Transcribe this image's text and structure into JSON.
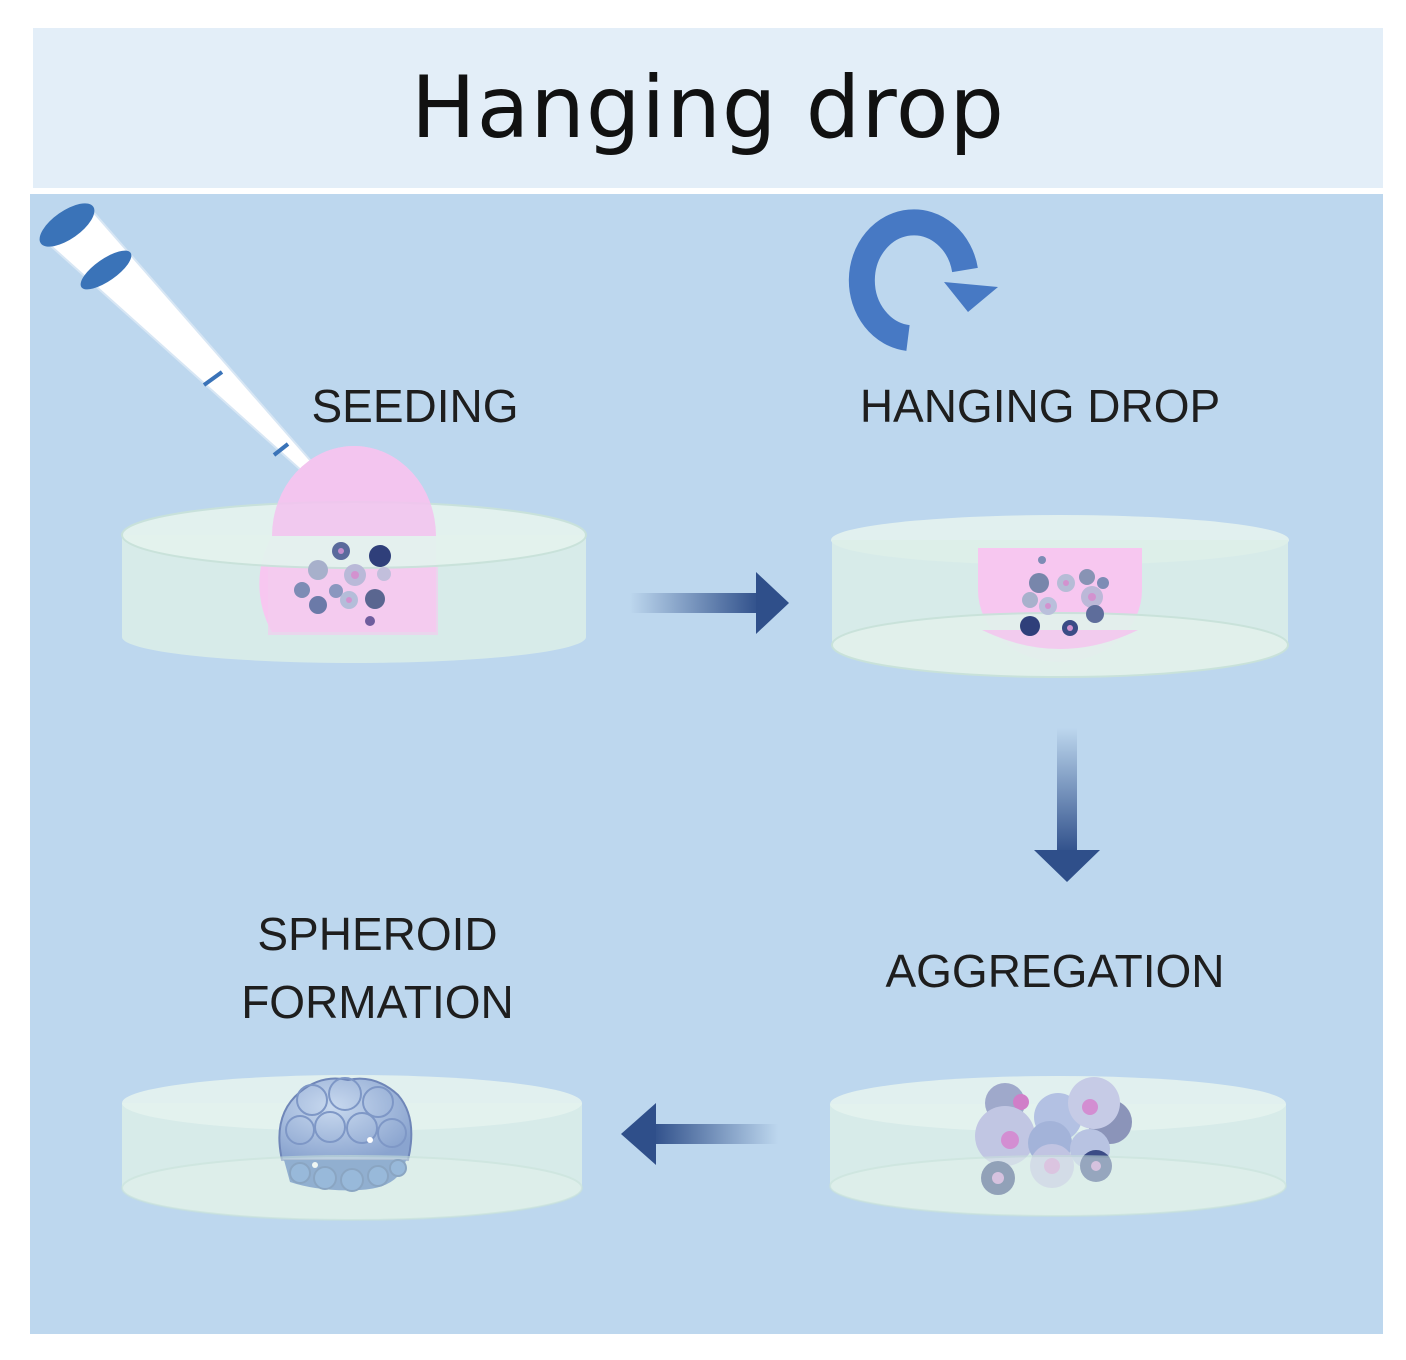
{
  "title": "Hanging drop",
  "steps": {
    "seeding": "SEEDING",
    "hanging_drop": "HANGING DROP",
    "aggregation": "AGGREGATION",
    "spheroid_line1": "SPHEROID",
    "spheroid_line2": "FORMATION"
  },
  "colors": {
    "panel": "#bdd7ee",
    "title_band": "#e3eef8",
    "dish": "#dcefe8",
    "medium": "#f7c7f0",
    "arrow_dark": "#2f4f8a",
    "rotate_arrow": "#4779c4"
  },
  "icons": [
    "pipette-icon",
    "rotate-arrow-icon",
    "petri-dish-icon",
    "flow-arrow-icon",
    "cell-cluster-icon",
    "spheroid-icon"
  ]
}
